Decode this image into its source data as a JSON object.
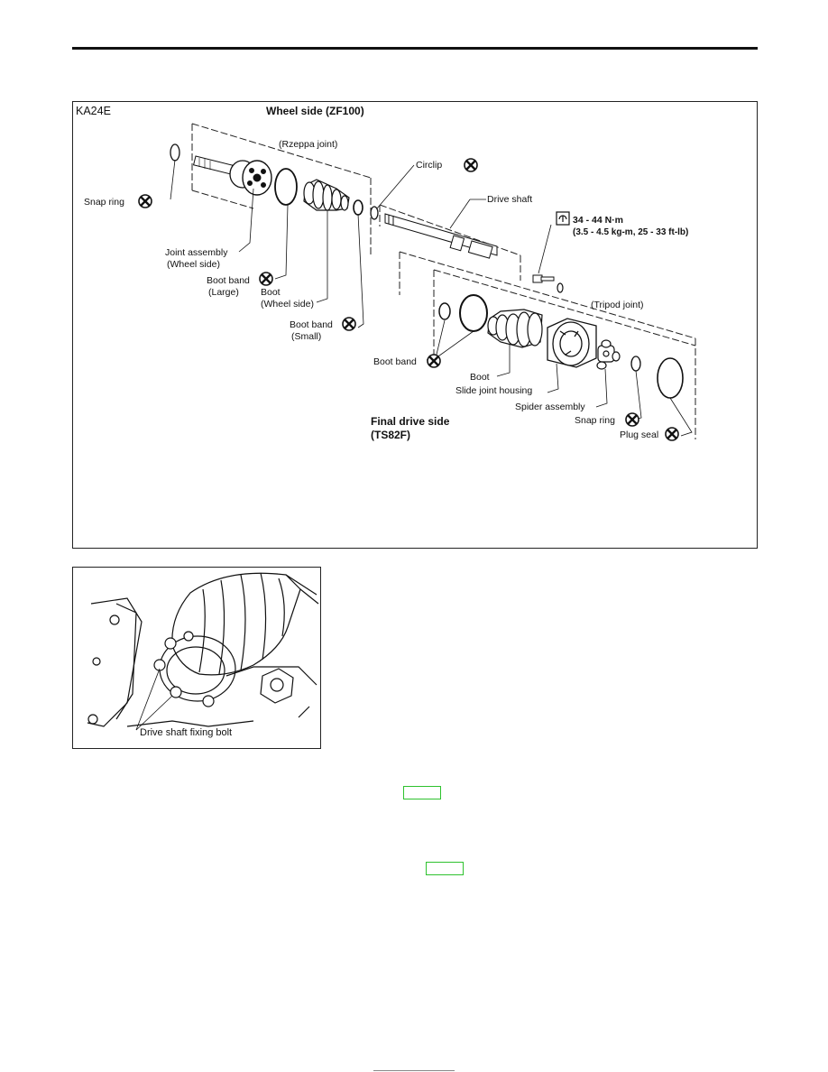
{
  "diagram1": {
    "model": "KA24E",
    "wheel_side_title": "Wheel side (ZF100)",
    "rzeppa": "(Rzeppa joint)",
    "circlip": "Circlip",
    "drive_shaft": "Drive shaft",
    "snap_ring_left": "Snap ring",
    "joint_assembly_1": "Joint assembly",
    "joint_assembly_2": "(Wheel side)",
    "boot_band_large_1": "Boot band",
    "boot_band_large_2": "(Large)",
    "boot_wheel_1": "Boot",
    "boot_wheel_2": "(Wheel side)",
    "boot_band_small_1": "Boot band",
    "boot_band_small_2": "(Small)",
    "torque_1": "34 - 44 N·m",
    "torque_2": "(3.5 - 4.5 kg-m, 25 - 33 ft-lb)",
    "tripod": "(Tripod joint)",
    "boot_band_fd": "Boot band",
    "boot_fd": "Boot",
    "slide_joint_housing": "Slide joint housing",
    "spider_assembly": "Spider assembly",
    "snap_ring_fd": "Snap ring",
    "plug_seal": "Plug seal",
    "final_drive_title_1": "Final drive side",
    "final_drive_title_2": "(TS82F)"
  },
  "diagram2": {
    "label": "Drive shaft fixing bolt"
  },
  "colors": {
    "link_border": "#2ec22e"
  }
}
